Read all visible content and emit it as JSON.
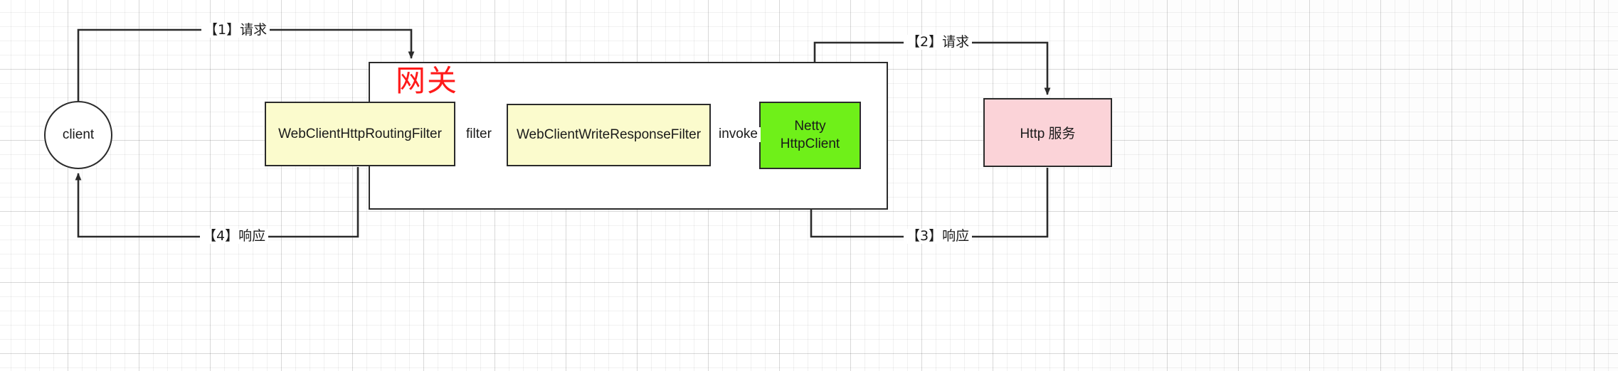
{
  "diagram": {
    "title_node": "网关",
    "nodes": {
      "client": "client",
      "routing_filter": "WebClientHttpRoutingFilter",
      "write_response_filter": "WebClientWriteResponseFilter",
      "netty_line1": "Netty",
      "netty_line2": "HttpClient",
      "http_service": "Http 服务"
    },
    "edge_labels": {
      "step1_request": "【1】请求",
      "step2_request": "【2】请求",
      "step3_response": "【3】响应",
      "step4_response": "【4】响应",
      "filter": "filter",
      "invoke": "invoke"
    },
    "colors": {
      "gateway_title": "#ff1a1a",
      "filter_box_fill": "#fbfbcd",
      "netty_box_fill": "#6ff019",
      "http_box_fill": "#fbd3d8",
      "stroke": "#2b2b2b",
      "canvas": "#ffffff",
      "page_outside": "#e8e8e8"
    }
  }
}
